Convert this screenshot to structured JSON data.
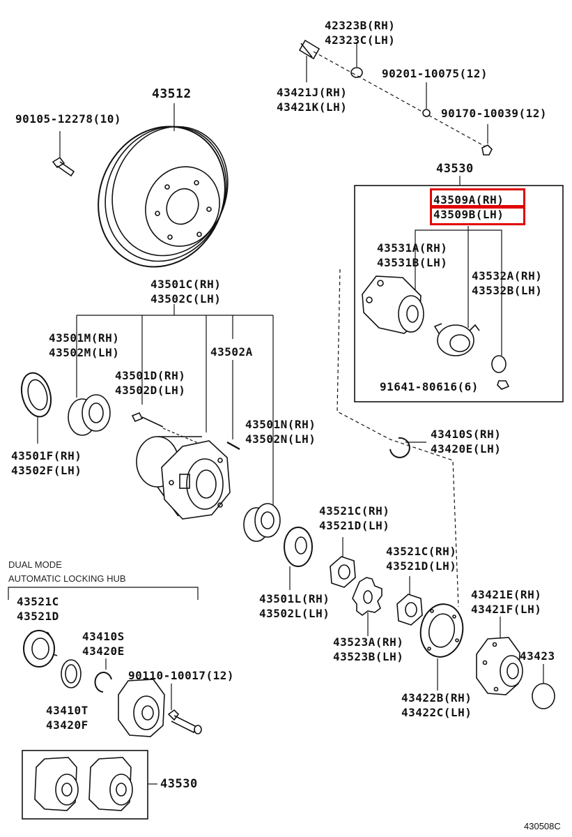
{
  "labels": {
    "p42323": [
      "42323B(RH)",
      "42323C(LH)"
    ],
    "p43421j": [
      "43421J(RH)",
      "43421K(LH)"
    ],
    "p90201": "90201-10075(12)",
    "p90170": "90170-10039(12)",
    "p43512": "43512",
    "p90105": "90105-12278(10)",
    "p43530_top": "43530",
    "p43509": [
      "43509A(RH)",
      "43509B(LH)"
    ],
    "p43531": [
      "43531A(RH)",
      "43531B(LH)"
    ],
    "p43532": [
      "43532A(RH)",
      "43532B(LH)"
    ],
    "p91641": "91641-80616(6)",
    "p43501c": [
      "43501C(RH)",
      "43502C(LH)"
    ],
    "p43501m": [
      "43501M(RH)",
      "43502M(LH)"
    ],
    "p43502a": "43502A",
    "p43501d": [
      "43501D(RH)",
      "43502D(LH)"
    ],
    "p43501n": [
      "43501N(RH)",
      "43502N(LH)"
    ],
    "p43410s_top": [
      "43410S(RH)",
      "43420E(LH)"
    ],
    "p43501f": [
      "43501F(RH)",
      "43502F(LH)"
    ],
    "p43521c_a": [
      "43521C(RH)",
      "43521D(LH)"
    ],
    "p43521c_b": [
      "43521C(RH)",
      "43521D(LH)"
    ],
    "p43421e": [
      "43421E(RH)",
      "43421F(LH)"
    ],
    "p43501l": [
      "43501L(RH)",
      "43502L(LH)"
    ],
    "p43523": [
      "43523A(RH)",
      "43523B(LH)"
    ],
    "p43423": "43423",
    "p43422": [
      "43422B(RH)",
      "43422C(LH)"
    ],
    "dual_mode": [
      "DUAL MODE",
      "AUTOMATIC LOCKING HUB"
    ],
    "p43521c_c": [
      "43521C",
      "43521D"
    ],
    "p43410s_b": [
      "43410S",
      "43420E"
    ],
    "p90110": "90110-10017(12)",
    "p43410t": [
      "43410T",
      "43420F"
    ],
    "p43530_bot": "43530",
    "diagram_code": "430508C"
  },
  "colors": {
    "line": "#111111",
    "highlight": "#e00000"
  }
}
